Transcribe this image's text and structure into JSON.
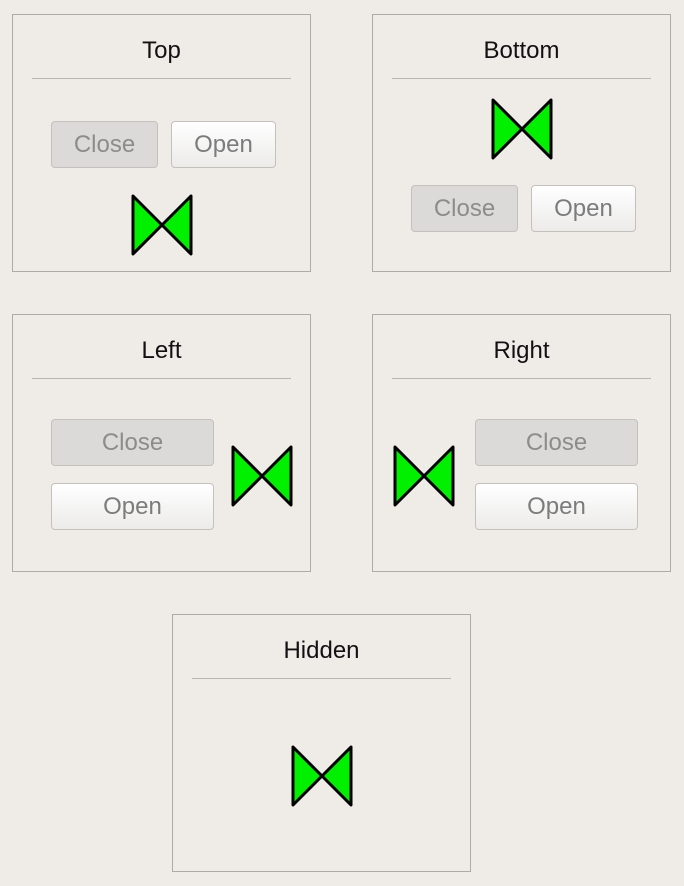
{
  "valve_color": "#00f000",
  "valve_icon": "valve-icon",
  "panels": [
    {
      "title": "Top",
      "close_label": "Close",
      "open_label": "Open"
    },
    {
      "title": "Bottom",
      "close_label": "Close",
      "open_label": "Open"
    },
    {
      "title": "Left",
      "close_label": "Close",
      "open_label": "Open"
    },
    {
      "title": "Right",
      "close_label": "Close",
      "open_label": "Open"
    },
    {
      "title": "Hidden"
    }
  ]
}
